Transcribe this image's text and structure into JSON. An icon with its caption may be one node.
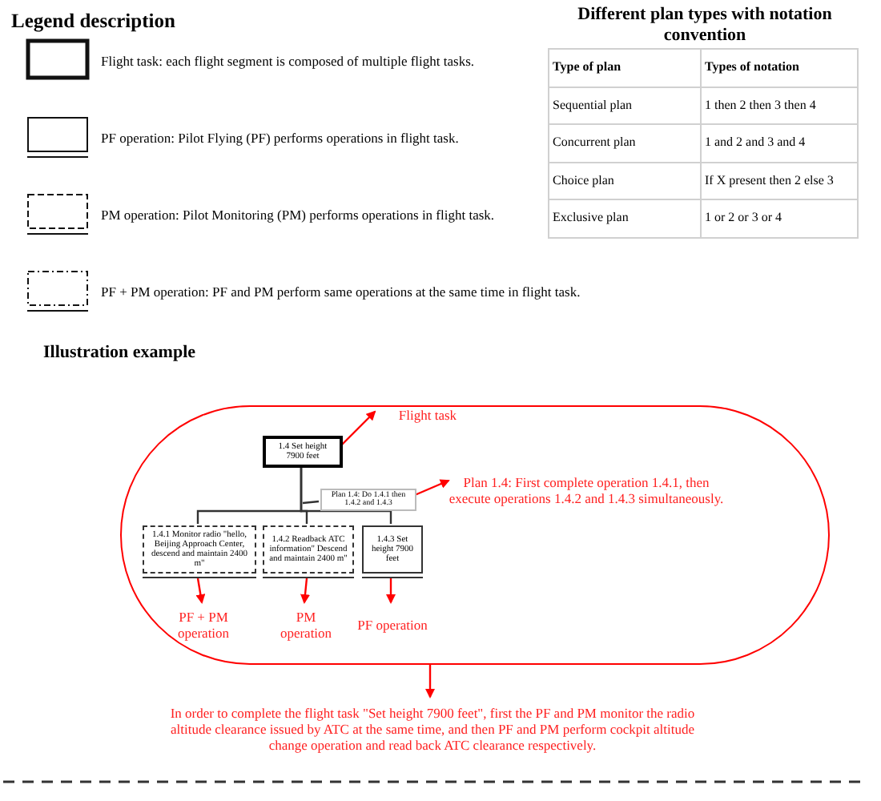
{
  "diagram": {
    "nodes": [
      {
        "text": [],
        "shape": "box"
      },
      {
        "text": [
          "1.4 Set height 7900 feet"
        ],
        "in": 0
      },
      {
        "text": [
          "Plan 1.4: Do 1.4.1 then 1.4.2 and 1.4.3"
        ],
        "in": 0
      },
      {
        "text": [
          "1.4.1 Monitor radio \"hello, Beijing Approach Center, descend and maintain 2400 m\""
        ],
        "in": 0
      },
      {
        "text": [
          "1.4.2 Readback ATC information\" Descend and maintain 2400 m\""
        ],
        "in": 0
      },
      {
        "text": [
          "1.4.3 Set height 7900 feet"
        ],
        "in": 0
      },
      {
        "text": [
          "Flight task"
        ],
        "in": 0
      },
      {
        "text": [
          "Plan 1.4: First complete operation 1.4.1, then execute operations 1.4.2 and 1.4.3 simultaneously."
        ],
        "in": 0
      },
      {
        "text": [
          "PF + PM operation"
        ],
        "in": 0
      },
      {
        "text": [
          "PM operation"
        ],
        "in": 0
      },
      {
        "text": [
          "PF operation"
        ],
        "in": 0
      },
      {
        "text": [
          "In order to complete the flight task \"Set height 7900 feet\", first the PF and PM monitor the radio altitude clearance issued by ATC at the same time, and then PF and PM perform cockpit altitude change operation and read back ATC clearance respectively."
        ]
      }
    ],
    "edges": [
      {
        "from": 1,
        "to": 3,
        "arrow": "none",
        "color": "#333333"
      },
      {
        "from": 1,
        "to": 4,
        "arrow": "none",
        "color": "#333333"
      },
      {
        "from": 1,
        "to": 5,
        "arrow": "none",
        "color": "#333333"
      },
      {
        "from": 2,
        "to": null,
        "arrow": "none",
        "color": "#333333"
      },
      {
        "from": 1,
        "to": 6,
        "arrow": "to"
      },
      {
        "from": 2,
        "to": 7,
        "arrow": "to"
      },
      {
        "from": 3,
        "to": 8,
        "arrow": "to"
      },
      {
        "from": 4,
        "to": 9,
        "arrow": "to"
      },
      {
        "from": 5,
        "to": 10,
        "arrow": "to"
      },
      {
        "from": 0,
        "to": 11,
        "arrow": "to"
      }
    ],
    "labels": [
      "Legend description",
      "Different plan types with notation convention",
      "Type of plan",
      "Types of notation",
      "Sequential plan",
      "1 then 2 then 3 then 4",
      "Concurrent plan",
      "1 and 2 and 3 and 4",
      "Choice plan",
      "If X present then 2 else 3",
      "Exclusive plan",
      "1 or 2 or 3 or 4",
      "Illustration example"
    ],
    "legend": [
      {
        "text": "Flight task: each flight segment is composed of multiple flight tasks."
      },
      {
        "text": "PF operation: Pilot Flying (PF) performs operations in flight task."
      },
      {
        "text": "PM operation: Pilot Monitoring (PM) performs operations in flight task."
      },
      {
        "text": "PF + PM operation: PF and PM perform same operations at the same time in flight task."
      }
    ]
  }
}
